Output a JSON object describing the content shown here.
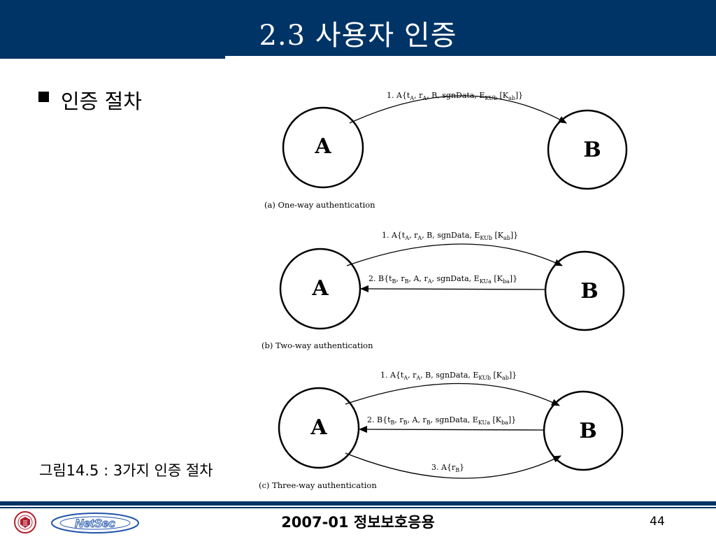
{
  "slide": {
    "title": "2.3 사용자 인증",
    "bullet_text": "인증 절차",
    "figure_caption": "그림14.5 : 3가지 인증 절차"
  },
  "diagram": {
    "node_a": "A",
    "node_b": "B",
    "one_way": {
      "caption": "(a) One-way authentication",
      "msg1": {
        "p1": "1. A{t",
        "s1": "A",
        "p2": ", r",
        "s2": "A",
        "p3": ", B, sgnData, E",
        "s3": "KUb",
        "p4": " [K",
        "s4": "ab",
        "p5": "]}"
      }
    },
    "two_way": {
      "caption": "(b) Two-way authentication",
      "msg1": {
        "p1": "1. A{t",
        "s1": "A",
        "p2": ", r",
        "s2": "A",
        "p3": ", B, sgnData, E",
        "s3": "KUb",
        "p4": " [K",
        "s4": "ab",
        "p5": "]}"
      },
      "msg2": {
        "p1": "2. B{t",
        "s1": "B",
        "p2": ", r",
        "s2": "B",
        "p3": ", A, r",
        "s3": "A",
        "p4": ", sgnData, E",
        "s4": "KUa",
        "p5": " [K",
        "s5": "ba",
        "p6": "]}"
      }
    },
    "three_way": {
      "caption": "(c) Three-way authentication",
      "msg1": {
        "p1": "1. A{t",
        "s1": "A",
        "p2": ", r",
        "s2": "A",
        "p3": ", B, sgnData, E",
        "s3": "KUb",
        "p4": " [K",
        "s4": "ab",
        "p5": "]}"
      },
      "msg2": {
        "p1": "2. B{t",
        "s1": "B",
        "p2": ", r",
        "s2": "B",
        "p3": ", A, r",
        "s3": "B",
        "p4": ", sgnData, E",
        "s4": "KUa",
        "p5": " [K",
        "s5": "ba",
        "p6": "]}"
      },
      "msg3": {
        "p1": "3. A{r",
        "s1": "B",
        "p2": "}"
      }
    }
  },
  "footer": {
    "course": "2007-01 정보보호응용",
    "page_number": "44",
    "logo_text": "NetSec"
  },
  "colors": {
    "title_bar": "#003366",
    "title_text": "#ffffff",
    "logo_blue": "#2255aa",
    "seal_red": "#b02030"
  },
  "icons": {
    "bullet": "square-bullet-icon",
    "university_seal": "university-seal-icon",
    "netsec_logo": "netsec-logo-icon"
  }
}
